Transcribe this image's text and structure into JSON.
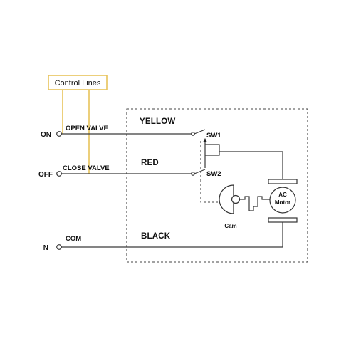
{
  "control_lines": "Control Lines",
  "terminals": {
    "on": "ON",
    "off": "OFF",
    "neutral": "N"
  },
  "line_labels": {
    "open_valve": "OPEN  VALVE",
    "close_valve": "CLOSE  VALVE",
    "com": "COM"
  },
  "wire_colors": {
    "yellow": "YELLOW",
    "red": "RED",
    "black": "BLACK"
  },
  "switches": {
    "sw1": "SW1",
    "sw2": "SW2"
  },
  "motor": {
    "line1": "AC",
    "line2": "Motor"
  },
  "cam": "Cam",
  "colors": {
    "control_lines": "#e8c35a",
    "wire": "#3a3a3a"
  }
}
